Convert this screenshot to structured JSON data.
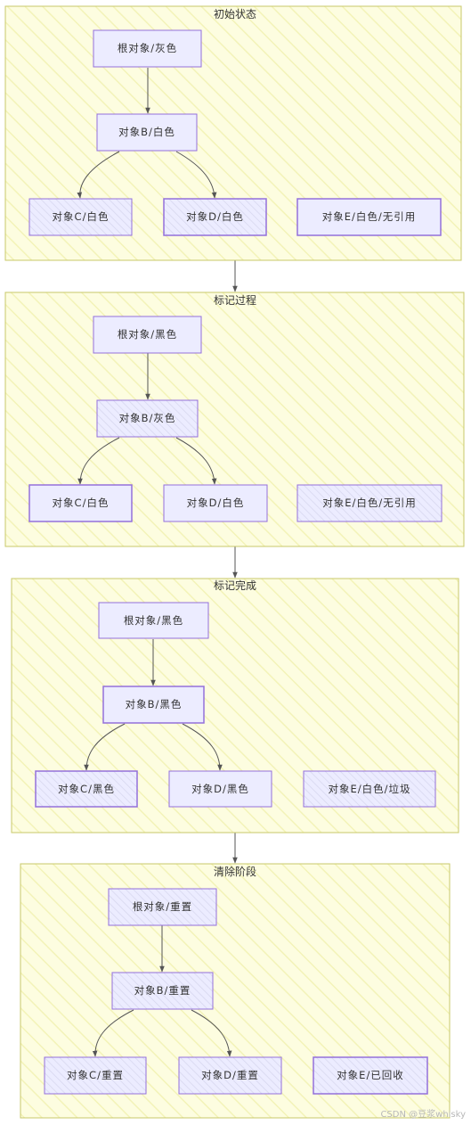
{
  "colors": {
    "cluster_fill": "#fdfde0",
    "cluster_stroke": "#c8c86a",
    "node_fill": "#ececff",
    "node_stroke": "#9370db",
    "edge": "#555555"
  },
  "clusters": [
    {
      "title": "初始状态",
      "nodes": {
        "root": "根对象/灰色",
        "b": "对象B/白色",
        "c": "对象C/白色",
        "d": "对象D/白色",
        "e": "对象E/白色/无引用"
      }
    },
    {
      "title": "标记过程",
      "nodes": {
        "root": "根对象/黑色",
        "b": "对象B/灰色",
        "c": "对象C/白色",
        "d": "对象D/白色",
        "e": "对象E/白色/无引用"
      }
    },
    {
      "title": "标记完成",
      "nodes": {
        "root": "根对象/黑色",
        "b": "对象B/黑色",
        "c": "对象C/黑色",
        "d": "对象D/黑色",
        "e": "对象E/白色/垃圾"
      }
    },
    {
      "title": "清除阶段",
      "nodes": {
        "root": "根对象/重置",
        "b": "对象B/重置",
        "c": "对象C/重置",
        "d": "对象D/重置",
        "e": "对象E/已回收"
      }
    }
  ],
  "watermark": "CSDN @豆浆whisky"
}
